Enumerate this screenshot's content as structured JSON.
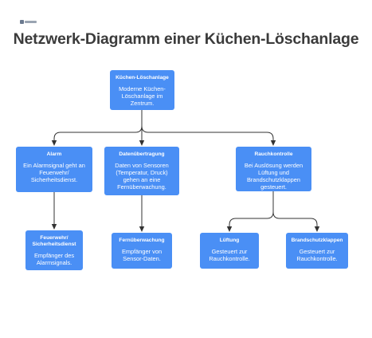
{
  "title": "Netzwerk-Diagramm einer Küchen-Löschanlage",
  "colors": {
    "node": "#4a8ff5",
    "edge": "#333333",
    "title": "#3b3b3b"
  },
  "nodes": {
    "root": {
      "title": "Küchen-Löschanlage",
      "desc": "Moderne Küchen-Löschanlage im Zentrum."
    },
    "alarm": {
      "title": "Alarm",
      "desc": "Ein Alarmsignal geht an Feuerwehr/ Sicherheitsdienst."
    },
    "data": {
      "title": "Datenübertragung",
      "desc": "Daten von Sensoren (Temperatur, Druck) gehen an eine Fernüberwachung."
    },
    "smoke": {
      "title": "Rauchkontrolle",
      "desc": "Bei Auslösung werden Lüftung und Brandschutzklappen gesteuert."
    },
    "fire": {
      "title": "Feuerwehr/ Sicherheitsdienst",
      "desc": "Empfänger des Alarmsignals."
    },
    "remote": {
      "title": "Fernüberwachung",
      "desc": "Empfänger von Sensor-Daten."
    },
    "vent": {
      "title": "Lüftung",
      "desc": "Gesteuert zur Rauchkontrolle."
    },
    "fdamp": {
      "title": "Brandschutzklappen",
      "desc": "Gesteuert zur Rauchkontrolle."
    }
  }
}
